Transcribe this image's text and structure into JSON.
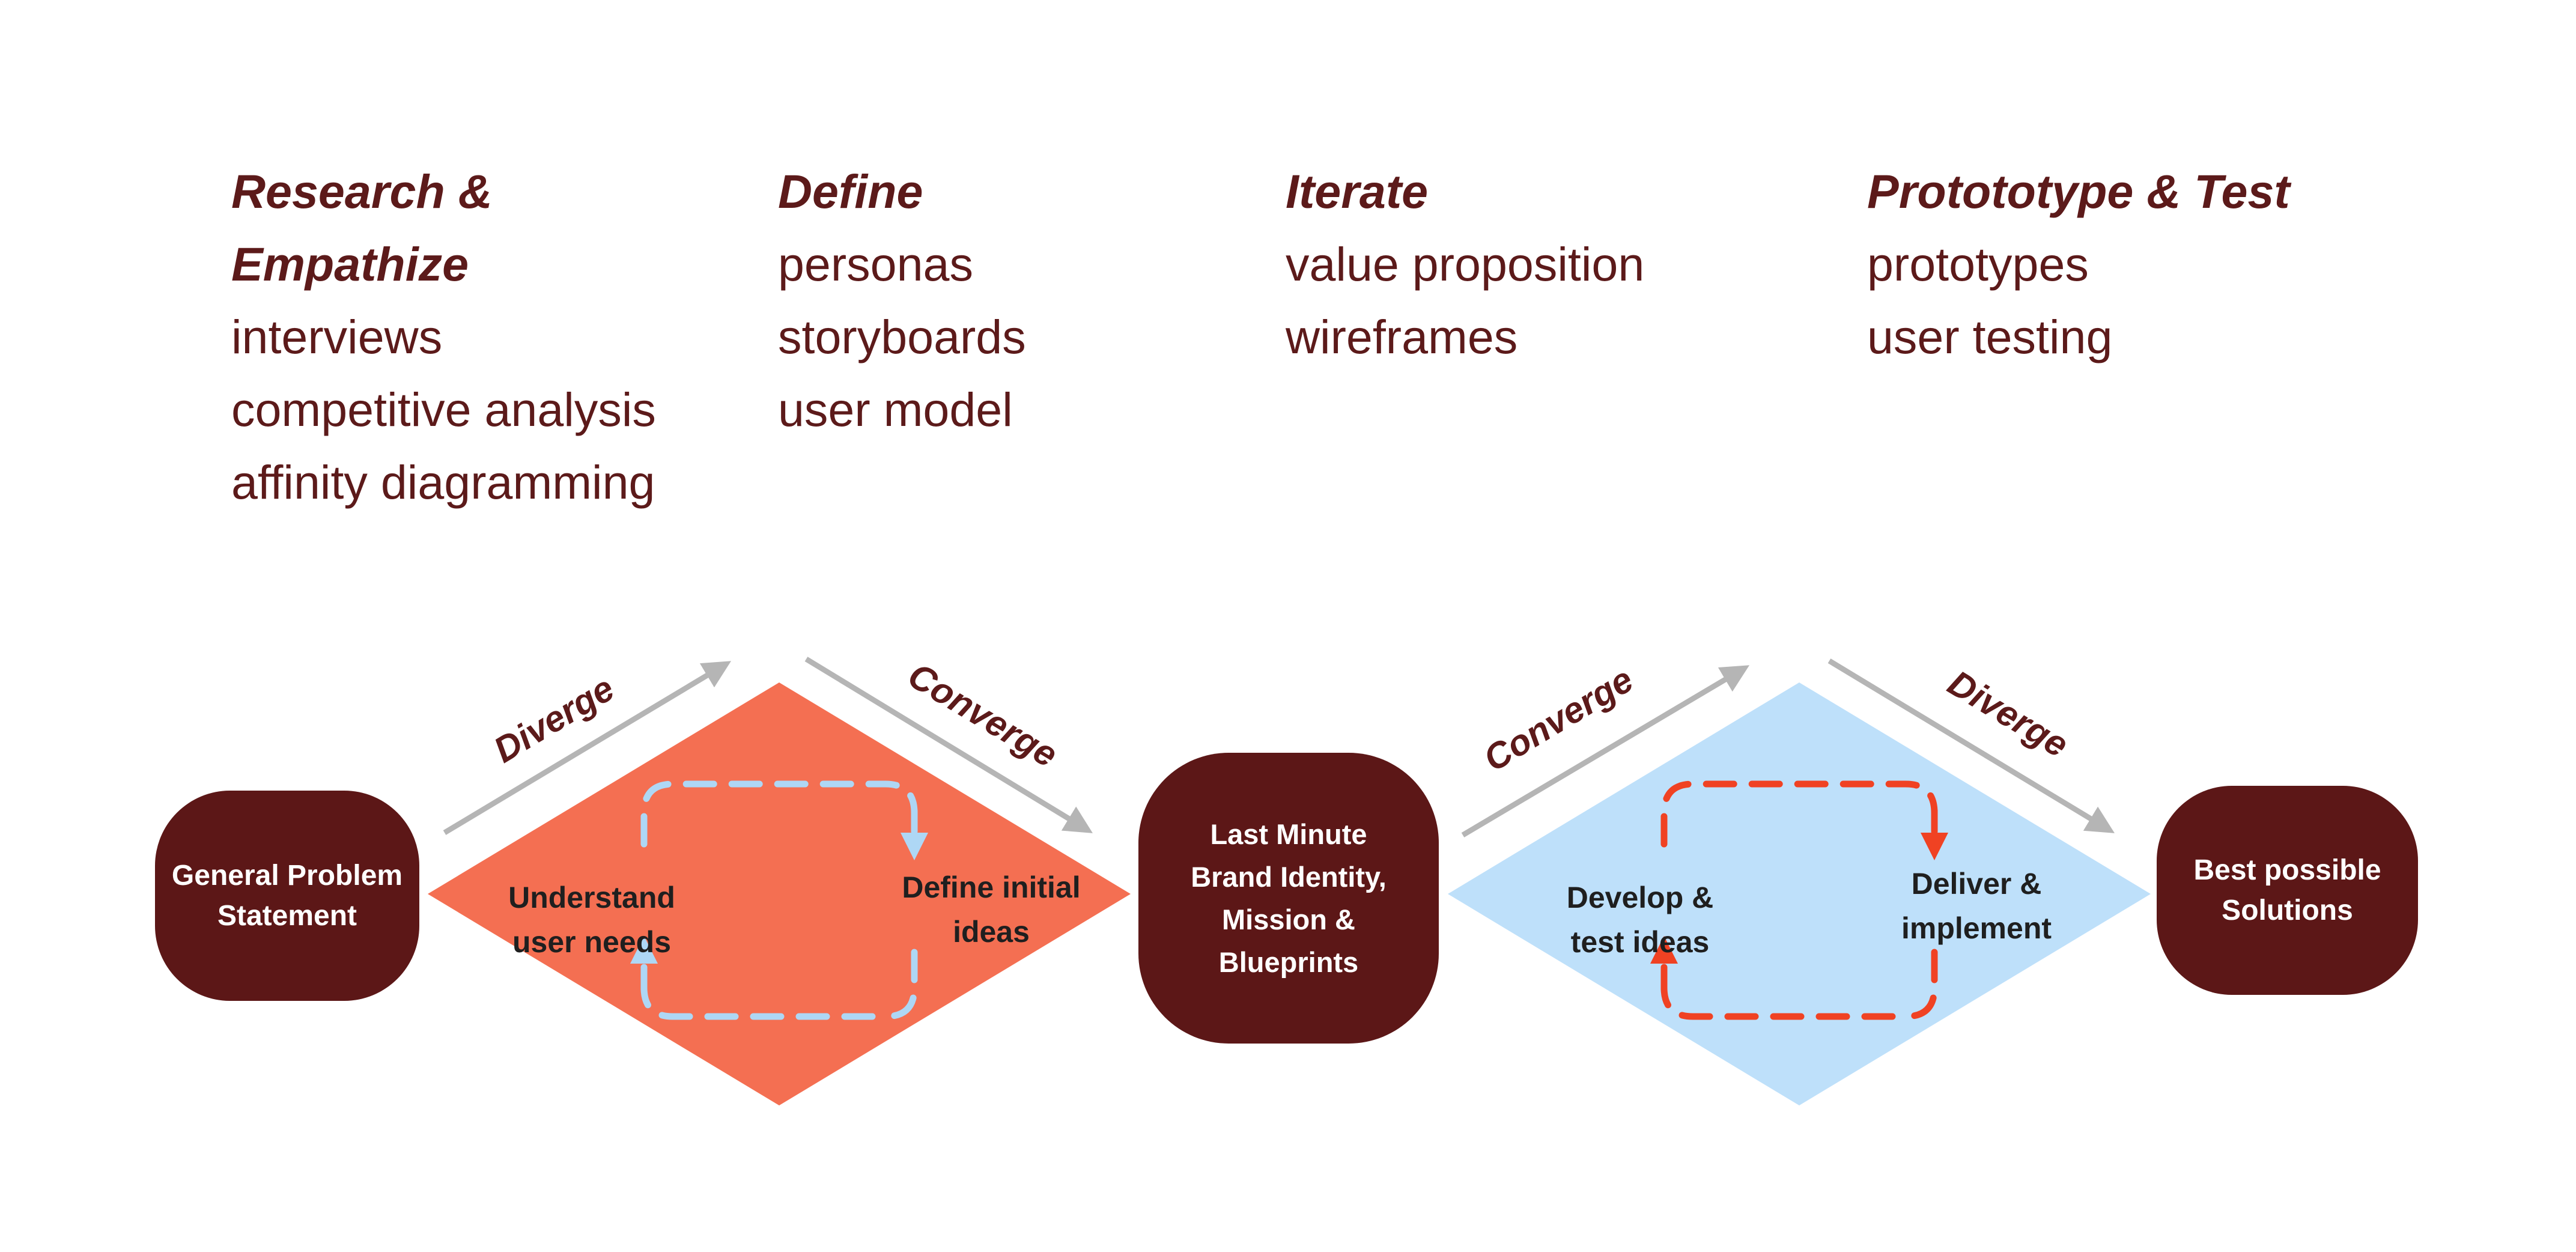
{
  "colors": {
    "background": "#FFFFFF",
    "text-maroon": "#5C1A1A",
    "shape-maroon": "#5C1717",
    "node-text": "#FFFFFF",
    "diamond-orange": "#F46F52",
    "diamond-blue": "#BEE0FA",
    "diamond-text": "#1F1F1F",
    "loop-blue": "#AED7F5",
    "loop-red": "#F04223",
    "arrow-gray": "#B5B5B5"
  },
  "phases": [
    {
      "title_lines": [
        "Research &",
        "Empathize"
      ],
      "items": [
        "interviews",
        "competitive analysis",
        "affinity diagramming"
      ]
    },
    {
      "title_lines": [
        "Define"
      ],
      "items": [
        "personas",
        "storyboards",
        "user model"
      ]
    },
    {
      "title_lines": [
        "Iterate"
      ],
      "items": [
        "value proposition",
        "wireframes"
      ]
    },
    {
      "title_lines": [
        "Protototype & Test"
      ],
      "items": [
        "prototypes",
        "user testing"
      ]
    }
  ],
  "nodes": {
    "start": {
      "lines": [
        "General Problem",
        "Statement"
      ]
    },
    "middle": {
      "lines": [
        "Last Minute",
        "Brand Identity,",
        "Mission &",
        "Blueprints"
      ]
    },
    "end": {
      "lines": [
        "Best possible",
        "Solutions"
      ]
    }
  },
  "diamond1": {
    "upper_left_label": "Diverge",
    "upper_right_label": "Converge",
    "left_lines": [
      "Understand",
      "user needs"
    ],
    "right_lines": [
      "Define initial",
      "ideas"
    ]
  },
  "diamond2": {
    "upper_left_label": "Converge",
    "upper_right_label": "Diverge",
    "left_lines": [
      "Develop &",
      "test ideas"
    ],
    "right_lines": [
      "Deliver &",
      "implement"
    ]
  }
}
